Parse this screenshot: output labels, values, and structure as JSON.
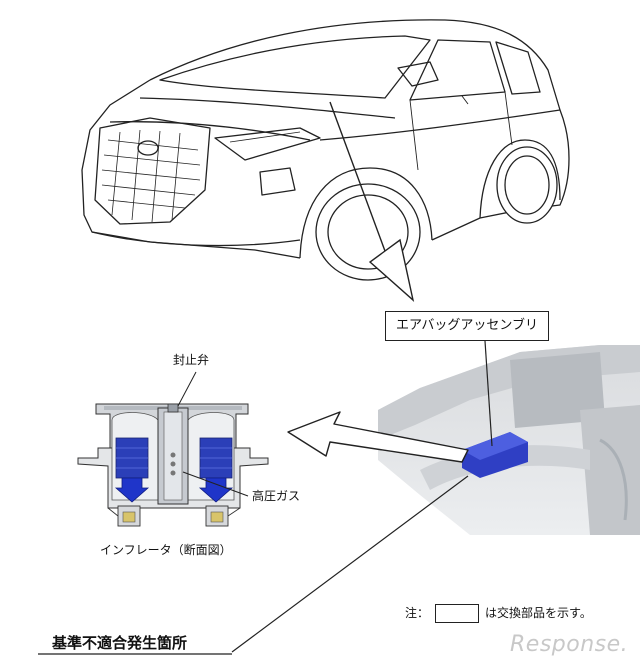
{
  "labels": {
    "airbag_assembly": "エアバッグアッセンブリ",
    "seal_valve": "封止弁",
    "high_pressure_gas": "高圧ガス",
    "inflator_caption": "インフレータ（断面図）",
    "note_prefix": "注：",
    "note_suffix": "は交換部品を示す。",
    "nonconformity_location": "基準不適合発生箇所"
  },
  "brand": {
    "wordmark": "Response."
  },
  "colors": {
    "inflator_blue": "#2b3fb8",
    "highlight_blue": "#2f3fc4",
    "line": "#222222"
  }
}
